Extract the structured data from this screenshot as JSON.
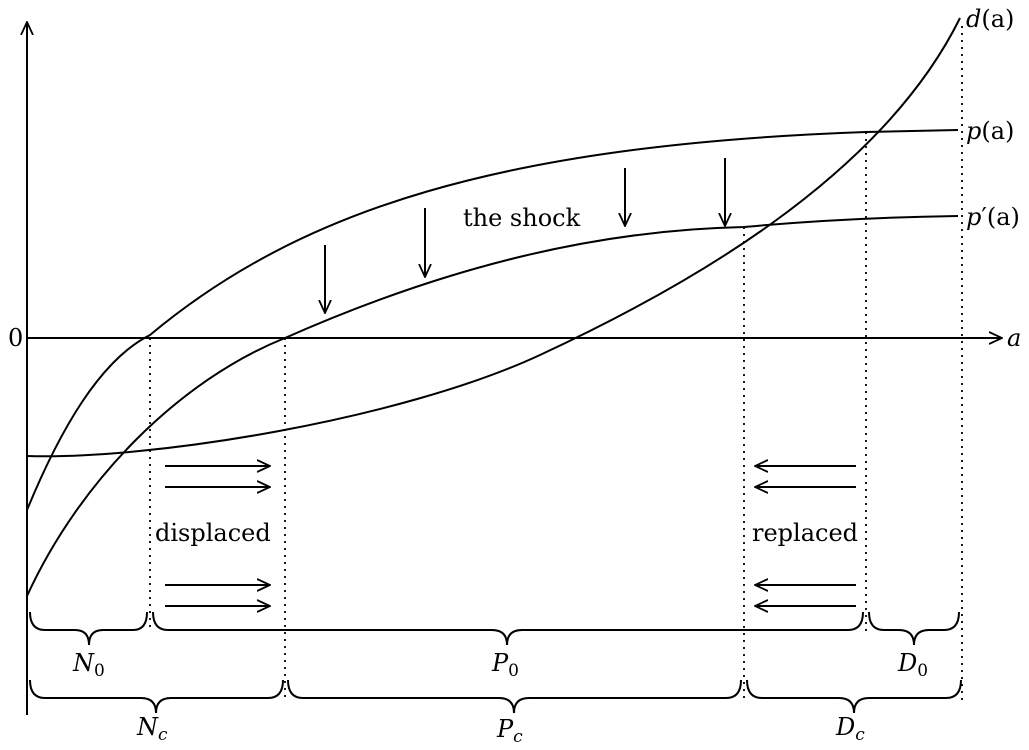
{
  "axes": {
    "zero_label": "0",
    "x_label": "a"
  },
  "curves": {
    "d": {
      "label_fn": "d",
      "label_arg": "(a)"
    },
    "p": {
      "label_fn": "p",
      "label_arg": "(a)"
    },
    "p_prime": {
      "label_fn": "p",
      "label_prime": "′",
      "label_arg": "(a)"
    }
  },
  "annotations": {
    "shock": "the shock",
    "displaced": "displaced",
    "replaced": "replaced"
  },
  "braces_row1": [
    {
      "name": "N",
      "sub": "0"
    },
    {
      "name": "P",
      "sub": "0"
    },
    {
      "name": "D",
      "sub": "0"
    }
  ],
  "braces_row2": [
    {
      "name": "N",
      "sub": "c"
    },
    {
      "name": "P",
      "sub": "c"
    },
    {
      "name": "D",
      "sub": "c"
    }
  ]
}
